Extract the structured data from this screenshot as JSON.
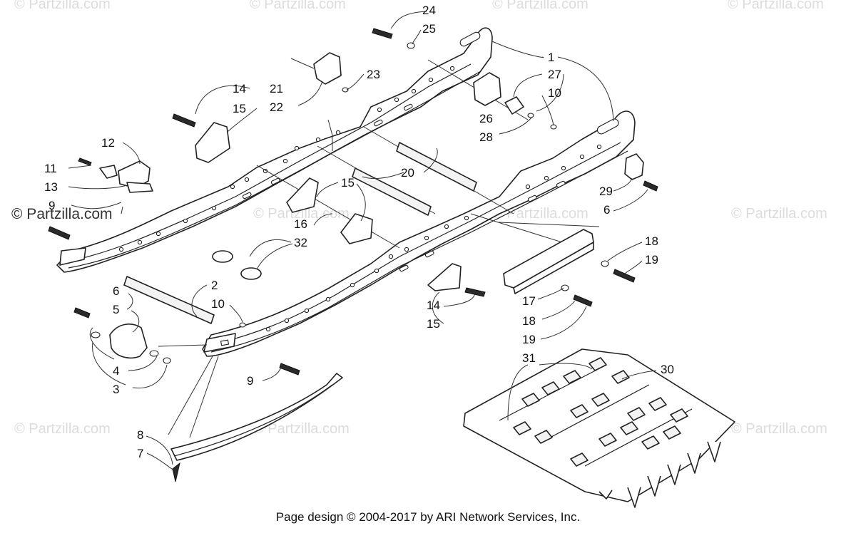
{
  "watermarks": {
    "primary": "© Partzilla.com",
    "secondary": "© Partzilla.com"
  },
  "callouts": {
    "c1": "1",
    "c2": "2",
    "c3": "3",
    "c4": "4",
    "c5": "5",
    "c6a": "6",
    "c6b": "6",
    "c7": "7",
    "c8": "8",
    "c9a": "9",
    "c9b": "9",
    "c10a": "10",
    "c10b": "10",
    "c11": "11",
    "c12": "12",
    "c13": "13",
    "c14a": "14",
    "c14b": "14",
    "c15a": "15",
    "c15b": "15",
    "c15c": "15",
    "c16": "16",
    "c17": "17",
    "c18a": "18",
    "c18b": "18",
    "c19a": "19",
    "c19b": "19",
    "c20": "20",
    "c21": "21",
    "c22": "22",
    "c23": "23",
    "c24": "24",
    "c25": "25",
    "c26": "26",
    "c27": "27",
    "c28": "28",
    "c29": "29",
    "c30": "30",
    "c31": "31",
    "c32": "32"
  },
  "footer": {
    "text": "Page design © 2004-2017 by ARI Network Services, Inc."
  }
}
